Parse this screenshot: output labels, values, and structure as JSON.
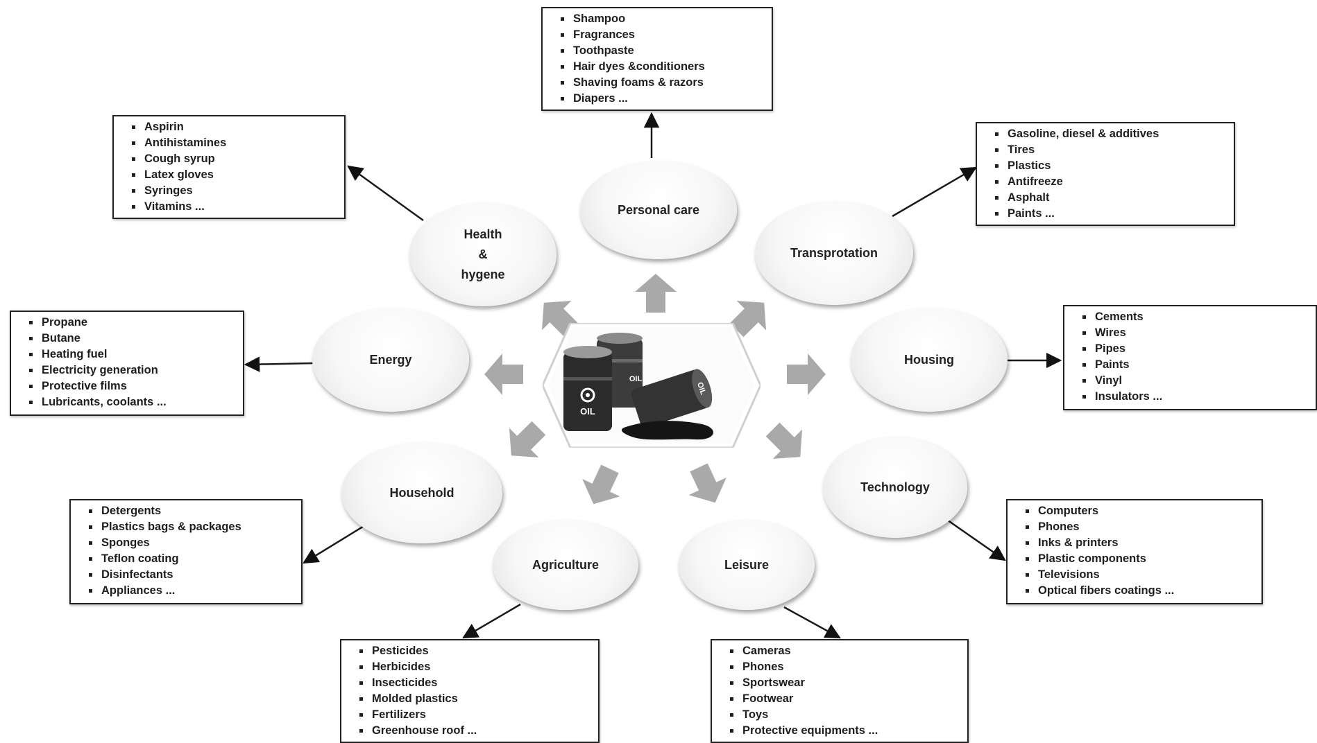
{
  "center": {
    "image": "oil-barrels-icon",
    "barrel_labels": [
      "OIL",
      "OIL",
      "OIL"
    ]
  },
  "colors": {
    "arrow_fill": "#9a9a9a",
    "line": "#1a1a1a",
    "node_edge": "#e3e3e3"
  },
  "categories": [
    {
      "id": "personal-care",
      "label_lines": [
        "Personal care"
      ],
      "items": [
        "Shampoo",
        "Fragrances",
        "Toothpaste",
        "Hair dyes &conditioners",
        "Shaving foams & razors",
        "Diapers ..."
      ]
    },
    {
      "id": "health-hygene",
      "label_lines": [
        "Health",
        "&",
        "hygene"
      ],
      "items": [
        "Aspirin",
        "Antihistamines",
        "Cough syrup",
        "Latex gloves",
        "Syringes",
        "Vitamins ..."
      ]
    },
    {
      "id": "transportation",
      "label_lines": [
        "Transprotation"
      ],
      "items": [
        "Gasoline, diesel & additives",
        "Tires",
        "Plastics",
        "Antifreeze",
        "Asphalt",
        "Paints ..."
      ]
    },
    {
      "id": "energy",
      "label_lines": [
        "Energy"
      ],
      "items": [
        "Propane",
        "Butane",
        "Heating fuel",
        "Electricity generation",
        "Protective films",
        "Lubricants, coolants ..."
      ]
    },
    {
      "id": "housing",
      "label_lines": [
        "Housing"
      ],
      "items": [
        "Cements",
        "Wires",
        "Pipes",
        "Paints",
        "Vinyl",
        "Insulators ..."
      ]
    },
    {
      "id": "household",
      "label_lines": [
        "Household"
      ],
      "items": [
        "Detergents",
        "Plastics bags & packages",
        "Sponges",
        "Teflon coating",
        "Disinfectants",
        "Appliances ..."
      ]
    },
    {
      "id": "technology",
      "label_lines": [
        "Technology"
      ],
      "items": [
        "Computers",
        "Phones",
        "Inks & printers",
        "Plastic components",
        "Televisions",
        "Optical fibers coatings ..."
      ]
    },
    {
      "id": "agriculture",
      "label_lines": [
        "Agriculture"
      ],
      "items": [
        "Pesticides",
        "Herbicides",
        "Insecticides",
        "Molded plastics",
        "Fertilizers",
        "Greenhouse roof ..."
      ]
    },
    {
      "id": "leisure",
      "label_lines": [
        "Leisure"
      ],
      "items": [
        "Cameras",
        "Phones",
        "Sportswear",
        "Footwear",
        "Toys",
        "Protective equipments ..."
      ]
    }
  ]
}
